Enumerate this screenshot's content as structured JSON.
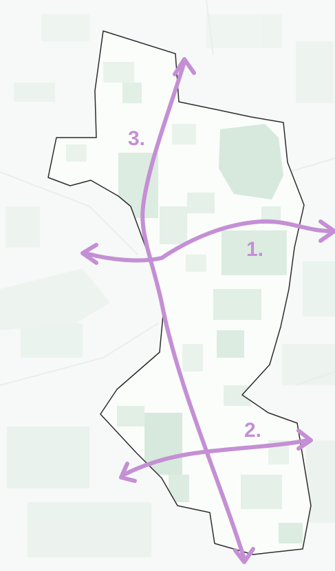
{
  "map": {
    "background_color": "#f1f5f2",
    "green_color": "#d6e9dc",
    "boundary_color": "#2b2b2b",
    "route_color": "#c48fd4",
    "routes": [
      {
        "label": "1."
      },
      {
        "label": "2."
      },
      {
        "label": "3."
      }
    ]
  }
}
